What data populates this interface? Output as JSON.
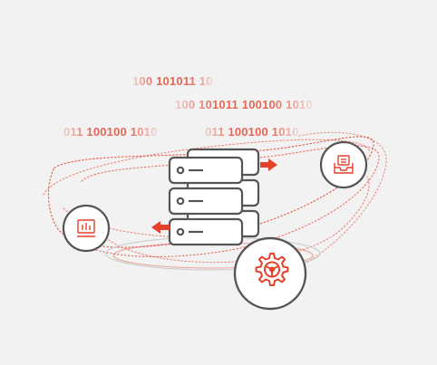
{
  "binary": {
    "line1": "100 101011 10",
    "line2": "100 101011 100100 1010",
    "line3": "011 100100 1010",
    "line4": "011 100100 1010"
  },
  "colors": {
    "background": "#f2f2f2",
    "accent": "#e5402a",
    "binary_text": "#e56552",
    "outline": "#555555"
  },
  "icons": {
    "center": "server-stack-icon",
    "left": "monitor-chart-icon",
    "right": "inbox-tray-icon",
    "bottom": "gear-steering-icon",
    "arrow_out": "arrow-right-icon",
    "arrow_in": "arrow-left-icon"
  }
}
